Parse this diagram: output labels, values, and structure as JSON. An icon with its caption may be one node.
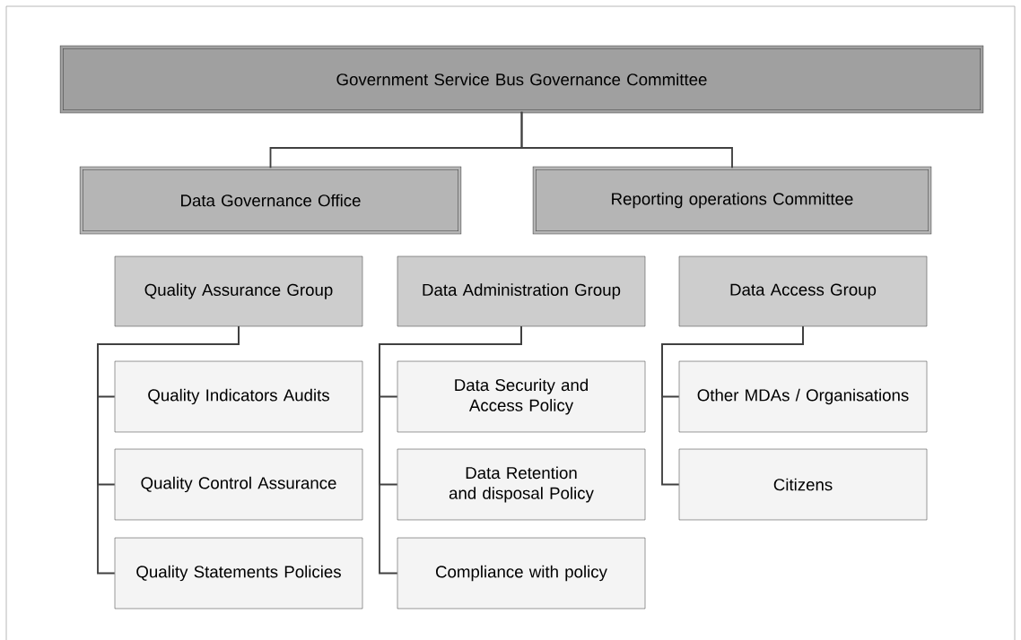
{
  "diagram": {
    "nodes": [
      {
        "text": [
          "Government Service Bus Governance Committee"
        ]
      },
      {
        "text": [
          "Data Governance Office"
        ]
      },
      {
        "text": [
          "Reporting operations Committee"
        ]
      },
      {
        "text": [
          "Quality Assurance Group"
        ]
      },
      {
        "text": [
          "Quality Indicators Audits"
        ]
      },
      {
        "text": [
          "Quality Control Assurance"
        ]
      },
      {
        "text": [
          "Quality Statements Policies"
        ]
      },
      {
        "text": [
          "Data Administration Group"
        ]
      },
      {
        "text": [
          "Data Security and Access Policy"
        ]
      },
      {
        "text": [
          "Data Retention and disposal Policy"
        ]
      },
      {
        "text": [
          "Compliance with policy"
        ]
      },
      {
        "text": [
          "Data Access Group"
        ]
      },
      {
        "text": [
          "Other MDAs / Organisations"
        ]
      },
      {
        "text": [
          "Citizens"
        ]
      }
    ],
    "edges": [
      {
        "from": 0,
        "to": 1,
        "arrow": "none"
      },
      {
        "from": 0,
        "to": 2,
        "arrow": "none"
      },
      {
        "from": 3,
        "to": 4,
        "arrow": "none"
      },
      {
        "from": 3,
        "to": 5,
        "arrow": "none"
      },
      {
        "from": 3,
        "to": 6,
        "arrow": "none"
      },
      {
        "from": 7,
        "to": 8,
        "arrow": "none"
      },
      {
        "from": 7,
        "to": 9,
        "arrow": "none"
      },
      {
        "from": 7,
        "to": 10,
        "arrow": "none"
      },
      {
        "from": 11,
        "to": 12,
        "arrow": "none"
      },
      {
        "from": 11,
        "to": 13,
        "arrow": "none"
      }
    ]
  }
}
